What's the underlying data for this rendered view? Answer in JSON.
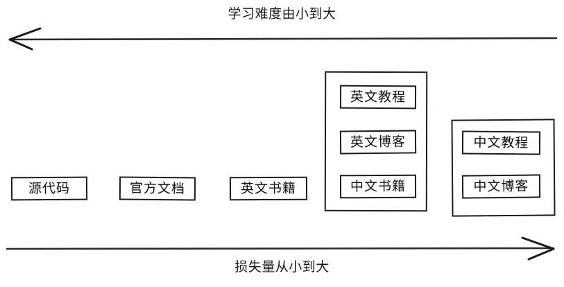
{
  "diagram": {
    "top_axis": {
      "label": "学习难度由小到大",
      "direction": "left",
      "arrow_name": "left-arrow"
    },
    "bottom_axis": {
      "label": "损失量从小到大",
      "direction": "right",
      "arrow_name": "right-arrow"
    },
    "standalone_nodes": [
      {
        "label": "源代码"
      },
      {
        "label": "官方文档"
      },
      {
        "label": "英文书籍"
      }
    ],
    "groups": [
      {
        "name": "middle-group",
        "items": [
          {
            "label": "英文教程"
          },
          {
            "label": "英文博客"
          },
          {
            "label": "中文书籍"
          }
        ]
      },
      {
        "name": "right-group",
        "items": [
          {
            "label": "中文教程"
          },
          {
            "label": "中文博客"
          }
        ]
      }
    ],
    "colors": {
      "stroke": "#1c1c1c",
      "text": "#111111",
      "background": "#ffffff"
    }
  }
}
